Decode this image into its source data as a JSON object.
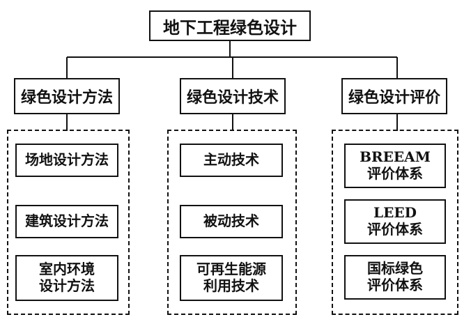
{
  "root": {
    "label": "地下工程绿色设计"
  },
  "branches": [
    {
      "label": "绿色设计方法",
      "items": [
        "场地设计方法",
        "建筑设计方法",
        "室内环境\n设计方法"
      ]
    },
    {
      "label": "绿色设计技术",
      "items": [
        "主动技术",
        "被动技术",
        "可再生能源\n利用技术"
      ]
    },
    {
      "label": "绿色设计评价",
      "items": [
        "BREEAM\n评价体系",
        "LEED\n评价体系",
        "国标绿色\n评价体系"
      ]
    }
  ],
  "colors": {
    "line": "#111111",
    "background": "#ffffff"
  }
}
